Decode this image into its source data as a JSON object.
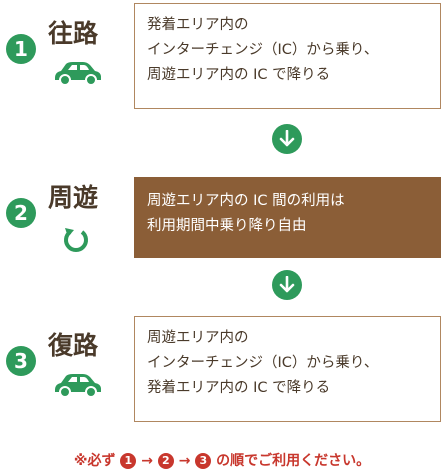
{
  "steps": [
    {
      "number": "1",
      "title": "往路",
      "icon": "car-icon",
      "lines": [
        "発着エリア内の",
        "インターチェンジ（IC）から乗り、",
        "周遊エリア内の IC で降りる"
      ]
    },
    {
      "number": "2",
      "title": "周遊",
      "icon": "loop-arrow-icon",
      "lines": [
        "周遊エリア内の IC 間の利用は",
        "利用期間中乗り降り自由"
      ]
    },
    {
      "number": "3",
      "title": "復路",
      "icon": "car-icon",
      "lines": [
        "周遊エリア内の",
        "インターチェンジ（IC）から乗り、",
        "発着エリア内の IC で降りる"
      ]
    }
  ],
  "note": {
    "prefix": "※必ず",
    "n1": "1",
    "arrow1": "→",
    "n2": "2",
    "arrow2": "→",
    "n3": "3",
    "suffix": "の順でご利用ください。"
  },
  "colors": {
    "accent_green": "#2e9a5b",
    "brown_box": "#8b5e37",
    "border_brown": "#b08760",
    "note_red": "#c8372d"
  }
}
